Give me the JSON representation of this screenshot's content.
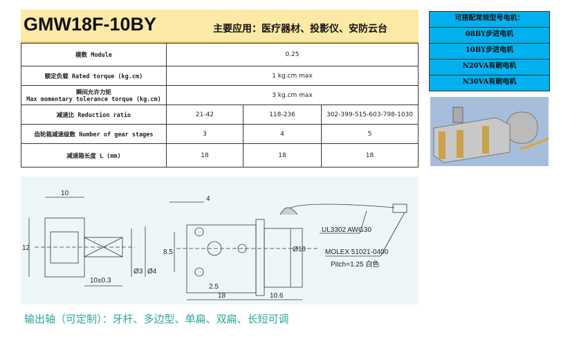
{
  "header": {
    "title": "GMW18F-10BY",
    "subtitle": "主要应用：医疗器材、投影仪、安防云台"
  },
  "spec_table": {
    "module": {
      "label": "模数 Module",
      "value": "0.25"
    },
    "rated_torque": {
      "label": "额定负载 Rated torque (kg.cm)",
      "value": "1 kg.cm max"
    },
    "max_torque": {
      "label_cn": "瞬间允许力矩",
      "label_en": "Max momentary tolerance torque (kg.cm)",
      "value": "3 kg.cm max"
    },
    "ratio": {
      "label": "减速比 Reduction ratio",
      "values": [
        "21-42",
        "118-236",
        "302-399-515-603-798-1030"
      ]
    },
    "stages": {
      "label": "齿轮箱减速级数 Number of gear stages",
      "values": [
        "3",
        "4",
        "5"
      ]
    },
    "length": {
      "label": "减速箱长度 L (mm)",
      "values": [
        "18",
        "18",
        "18"
      ]
    }
  },
  "motors": {
    "title": "可搭配常规型号电机：",
    "items": [
      "08BY步进电机",
      "10BY步进电机",
      "N20VA有刷电机",
      "N30VA有刷电机"
    ]
  },
  "drawing": {
    "dims": [
      "10",
      "12",
      "10±0.3",
      "Ø3",
      "Ø4",
      "4",
      "8.5",
      "2.5",
      "18",
      "10.6",
      "Ø10"
    ],
    "cable": "UL3302 AWG30",
    "connector": "MOLEX 51021-0400",
    "pitch": "Pitch=1.25 白色"
  },
  "footer": "输出轴（可定制）：牙杆、多边型、单扁、双扁、长短可调"
}
